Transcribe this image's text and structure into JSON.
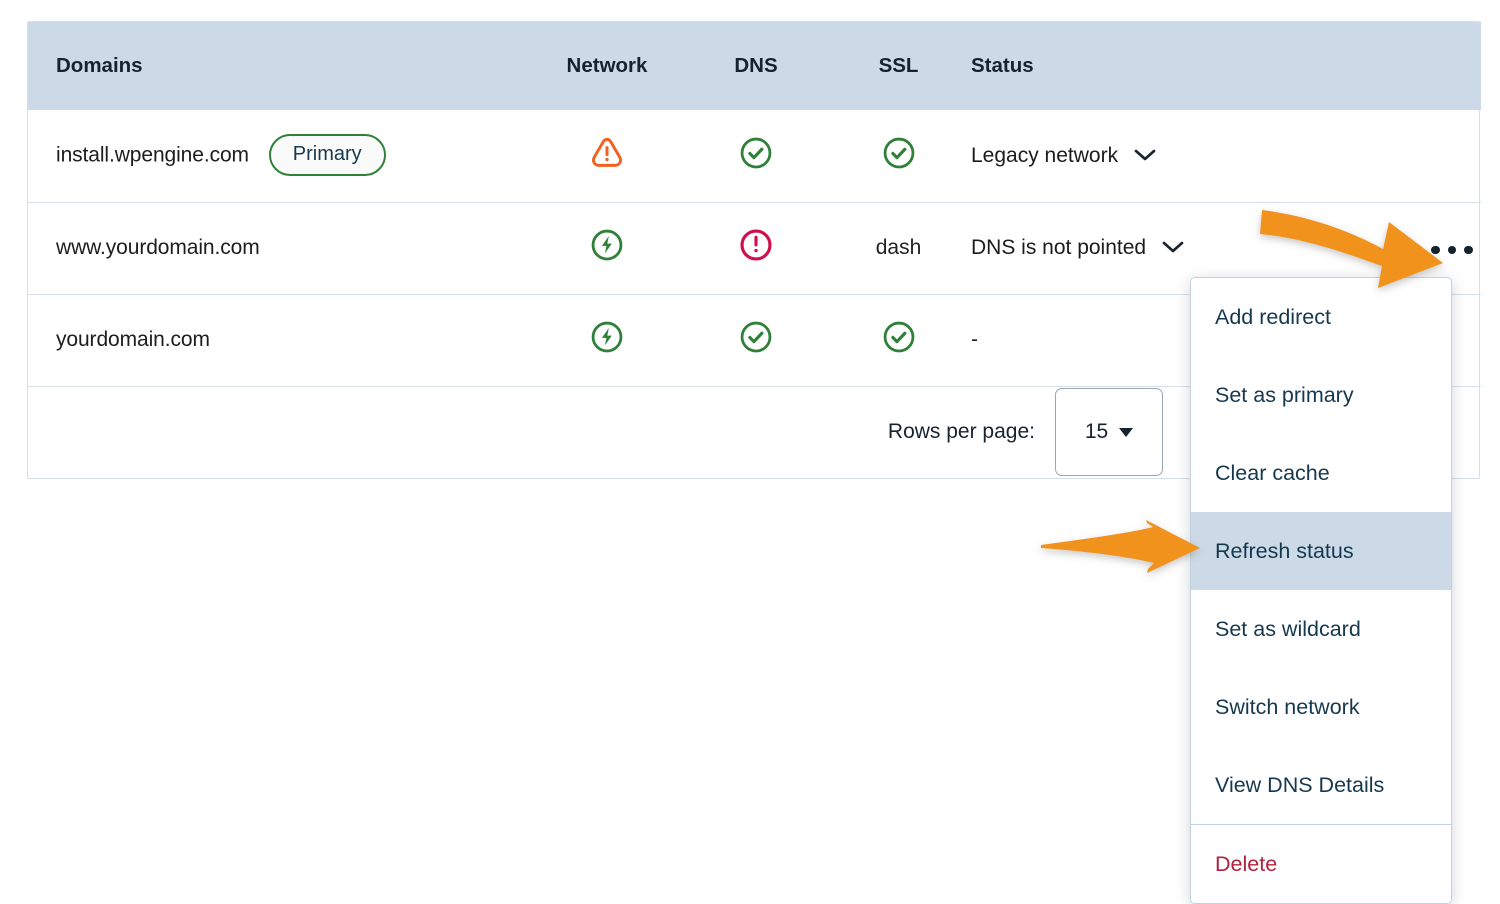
{
  "table": {
    "columns": [
      {
        "key": "domains",
        "label": "Domains"
      },
      {
        "key": "network",
        "label": "Network"
      },
      {
        "key": "dns",
        "label": "DNS"
      },
      {
        "key": "ssl",
        "label": "SSL"
      },
      {
        "key": "status",
        "label": "Status"
      },
      {
        "key": "actions",
        "label": ""
      }
    ],
    "rows": [
      {
        "domain": "install.wpengine.com",
        "badge": "Primary",
        "network_icon": "warning-triangle-icon",
        "network_state": "warning",
        "dns_icon": "check-circle-icon",
        "dns_state": "ok",
        "ssl_icon": "check-circle-icon",
        "ssl_state": "ok",
        "status": "Legacy network",
        "status_has_chevron": true
      },
      {
        "domain": "www.yourdomain.com",
        "badge": "",
        "network_icon": "bolt-circle-icon",
        "network_state": "ok",
        "dns_icon": "exclamation-circle-icon",
        "dns_state": "error",
        "ssl_icon": "dash",
        "ssl_state": "none",
        "status": "DNS is not pointed",
        "status_has_chevron": true
      },
      {
        "domain": "yourdomain.com",
        "badge": "",
        "network_icon": "bolt-circle-icon",
        "network_state": "ok",
        "dns_icon": "check-circle-icon",
        "dns_state": "ok",
        "ssl_icon": "check-circle-icon",
        "ssl_state": "ok",
        "status": "-",
        "status_has_chevron": false
      }
    ],
    "footer": {
      "rows_per_page_label": "Rows per page:",
      "rows_per_page_value": "15",
      "rows_per_page_options": [
        "15"
      ]
    }
  },
  "context_menu": {
    "items": [
      {
        "label": "Add redirect",
        "highlighted": false,
        "danger": false
      },
      {
        "label": "Set as primary",
        "highlighted": false,
        "danger": false
      },
      {
        "label": "Clear cache",
        "highlighted": false,
        "danger": false
      },
      {
        "label": "Refresh status",
        "highlighted": true,
        "danger": false
      },
      {
        "label": "Set as wildcard",
        "highlighted": false,
        "danger": false
      },
      {
        "label": "Switch network",
        "highlighted": false,
        "danger": false
      },
      {
        "label": "View DNS Details",
        "highlighted": false,
        "danger": false
      },
      {
        "label": "Delete",
        "highlighted": false,
        "danger": true
      }
    ]
  },
  "annotations": {
    "arrows": [
      {
        "name": "arrow-to-actions-menu",
        "target": "kebab-menu-button"
      },
      {
        "name": "arrow-to-refresh-status",
        "target": "menu-item-refresh-status"
      }
    ]
  },
  "colors": {
    "header_bg": "#ccdae7",
    "border": "#d5dfe9",
    "ok_green": "#2f8038",
    "warning_orange": "#f2621f",
    "error_crimson": "#d0104c",
    "menu_text": "#16384f",
    "danger_red": "#b22040",
    "annotation_orange": "#f0921f",
    "highlight_bg": "#ccdae7"
  },
  "icons": {
    "kebab": "kebab-menu-icon",
    "chevron_down": "chevron-down-icon",
    "caret_down": "caret-down-icon"
  }
}
